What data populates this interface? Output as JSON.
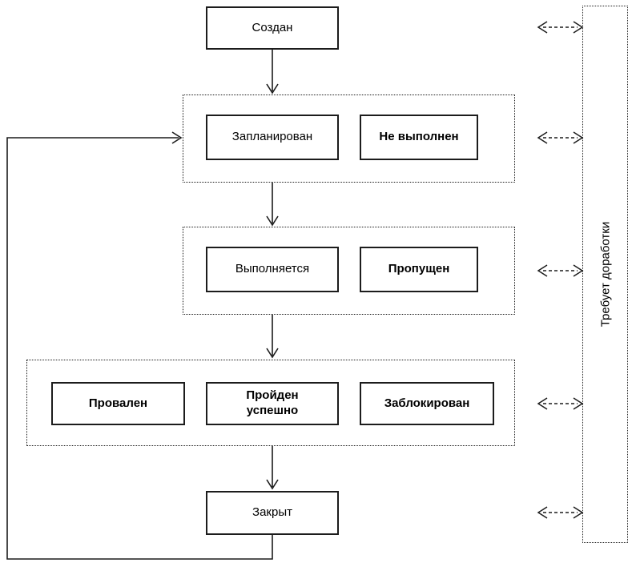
{
  "diagram": {
    "type": "state-flowchart",
    "language": "ru",
    "nodes": {
      "created": {
        "label": "Создан"
      },
      "planned": {
        "label": "Запланирован"
      },
      "not_executed": {
        "label": "Не выполнен"
      },
      "in_progress": {
        "label": "Выполняется"
      },
      "skipped": {
        "label": "Пропущен"
      },
      "failed": {
        "label": "Провален"
      },
      "passed": {
        "label": "Пройден успешно"
      },
      "blocked": {
        "label": "Заблокирован"
      },
      "closed": {
        "label": "Закрыт"
      }
    },
    "side_panel": {
      "label": "Требует доработки"
    },
    "colors": {
      "line": "#1c1c1c",
      "box_border": "#1c1c1c",
      "background": "#ffffff",
      "text": "#000000"
    }
  }
}
